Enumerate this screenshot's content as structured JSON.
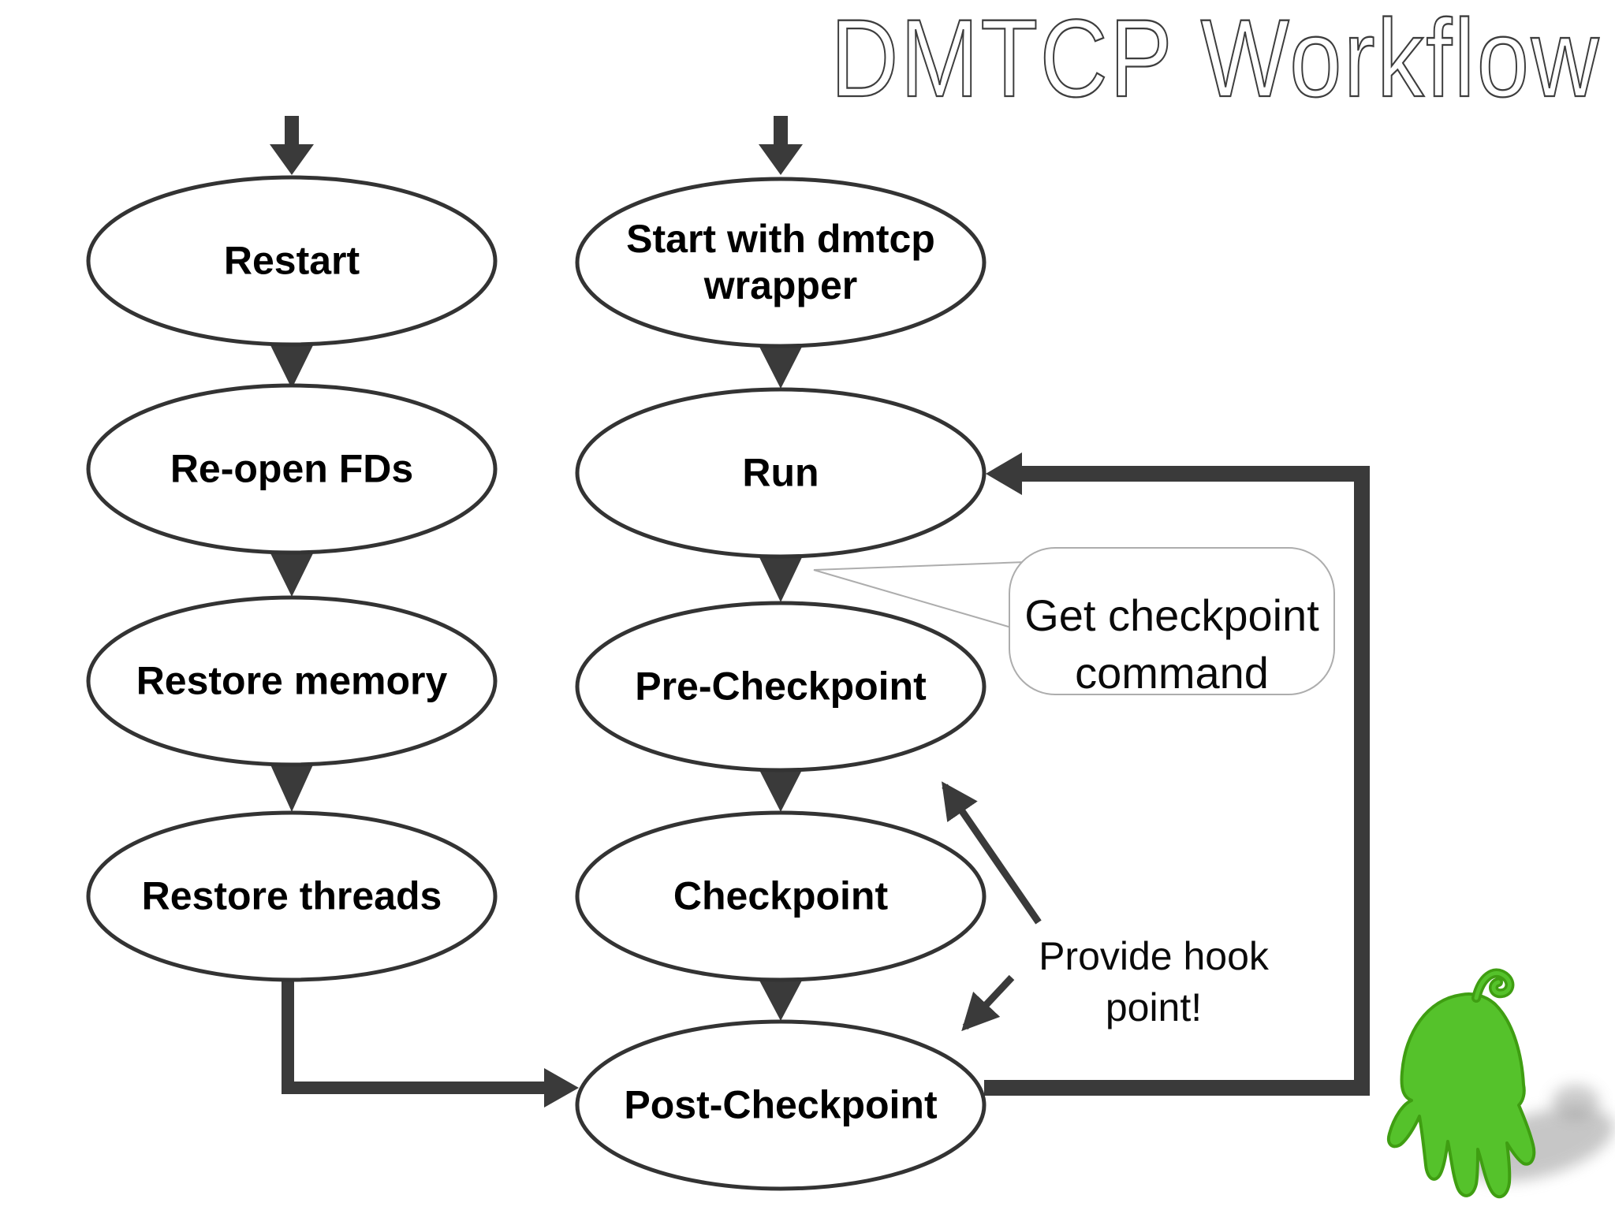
{
  "title": "DMTCP Workflow",
  "diagram": {
    "restart_column": {
      "nodes": [
        "Restart",
        "Re-open FDs",
        "Restore memory",
        "Restore threads"
      ]
    },
    "run_column": {
      "nodes": [
        "Start with dmtcp wrapper",
        "Run",
        "Pre-Checkpoint",
        "Checkpoint",
        "Post-Checkpoint"
      ]
    },
    "annotations": {
      "get_checkpoint": "Get checkpoint command",
      "provide_hook": "Provide hook point!"
    },
    "icons": {
      "mascot": "green-hand-mascot"
    },
    "colors": {
      "node_stroke": "#333333",
      "arrow": "#3a3a3a",
      "bubble_border": "#adadad",
      "mascot_green": "#55c22b",
      "mascot_outline": "#3f9e12",
      "title_color": "#3d3d3d"
    }
  }
}
